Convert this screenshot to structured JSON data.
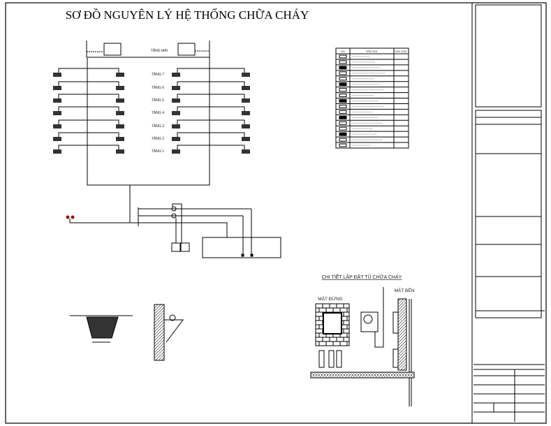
{
  "title": "SƠ ĐỒ NGUYÊN LÝ HỆ THỐNG CHỮA CHÁY",
  "roof_label": "TẦNG MÁI",
  "floors": [
    "TẦNG 7",
    "TẦNG 6",
    "TẦNG 5",
    "TẦNG 4",
    "TẦNG 3",
    "TẦNG 2",
    "TẦNG 1"
  ],
  "legend": {
    "header": [
      "KH",
      "TÊN GỌI",
      "GHI CHÚ"
    ],
    "rows": 17
  },
  "detail": {
    "title": "CHI TIẾT LẮP ĐẶT TỦ CHỮA CHÁY",
    "front_view": "MẶT ĐỨNG",
    "side_view": "MẶT BÊN"
  },
  "colors": {
    "line": "#000000",
    "connector": "#8b1a1a"
  }
}
